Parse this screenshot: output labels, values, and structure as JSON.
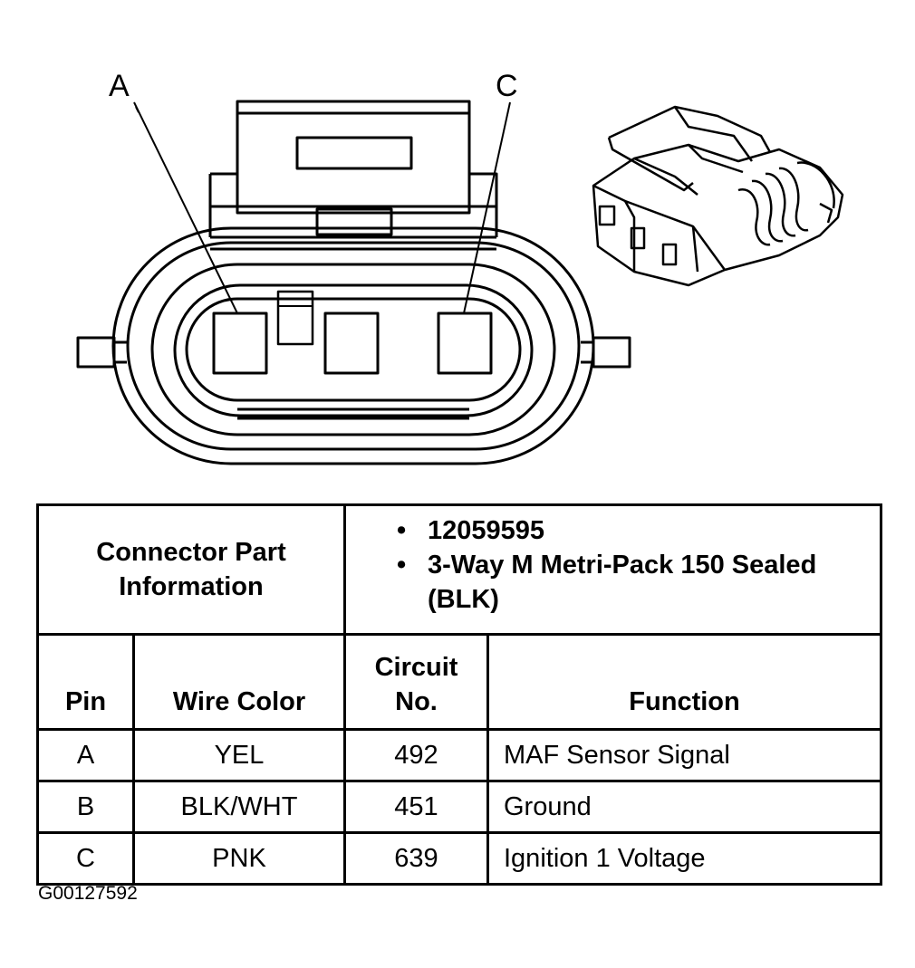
{
  "callouts": {
    "pin_a": "A",
    "pin_c": "C"
  },
  "connector_info": {
    "label": "Connector Part Information",
    "bullets": [
      "12059595",
      "3-Way M Metri-Pack 150 Sealed (BLK)"
    ]
  },
  "table": {
    "headers": {
      "pin": "Pin",
      "wire_color": "Wire Color",
      "circuit": "Circuit No.",
      "function": "Function"
    },
    "rows": [
      {
        "pin": "A",
        "wire_color": "YEL",
        "circuit": "492",
        "function": "MAF Sensor Signal"
      },
      {
        "pin": "B",
        "wire_color": "BLK/WHT",
        "circuit": "451",
        "function": "Ground"
      },
      {
        "pin": "C",
        "wire_color": "PNK",
        "circuit": "639",
        "function": "Ignition 1 Voltage"
      }
    ]
  },
  "figure_id": "G00127592"
}
